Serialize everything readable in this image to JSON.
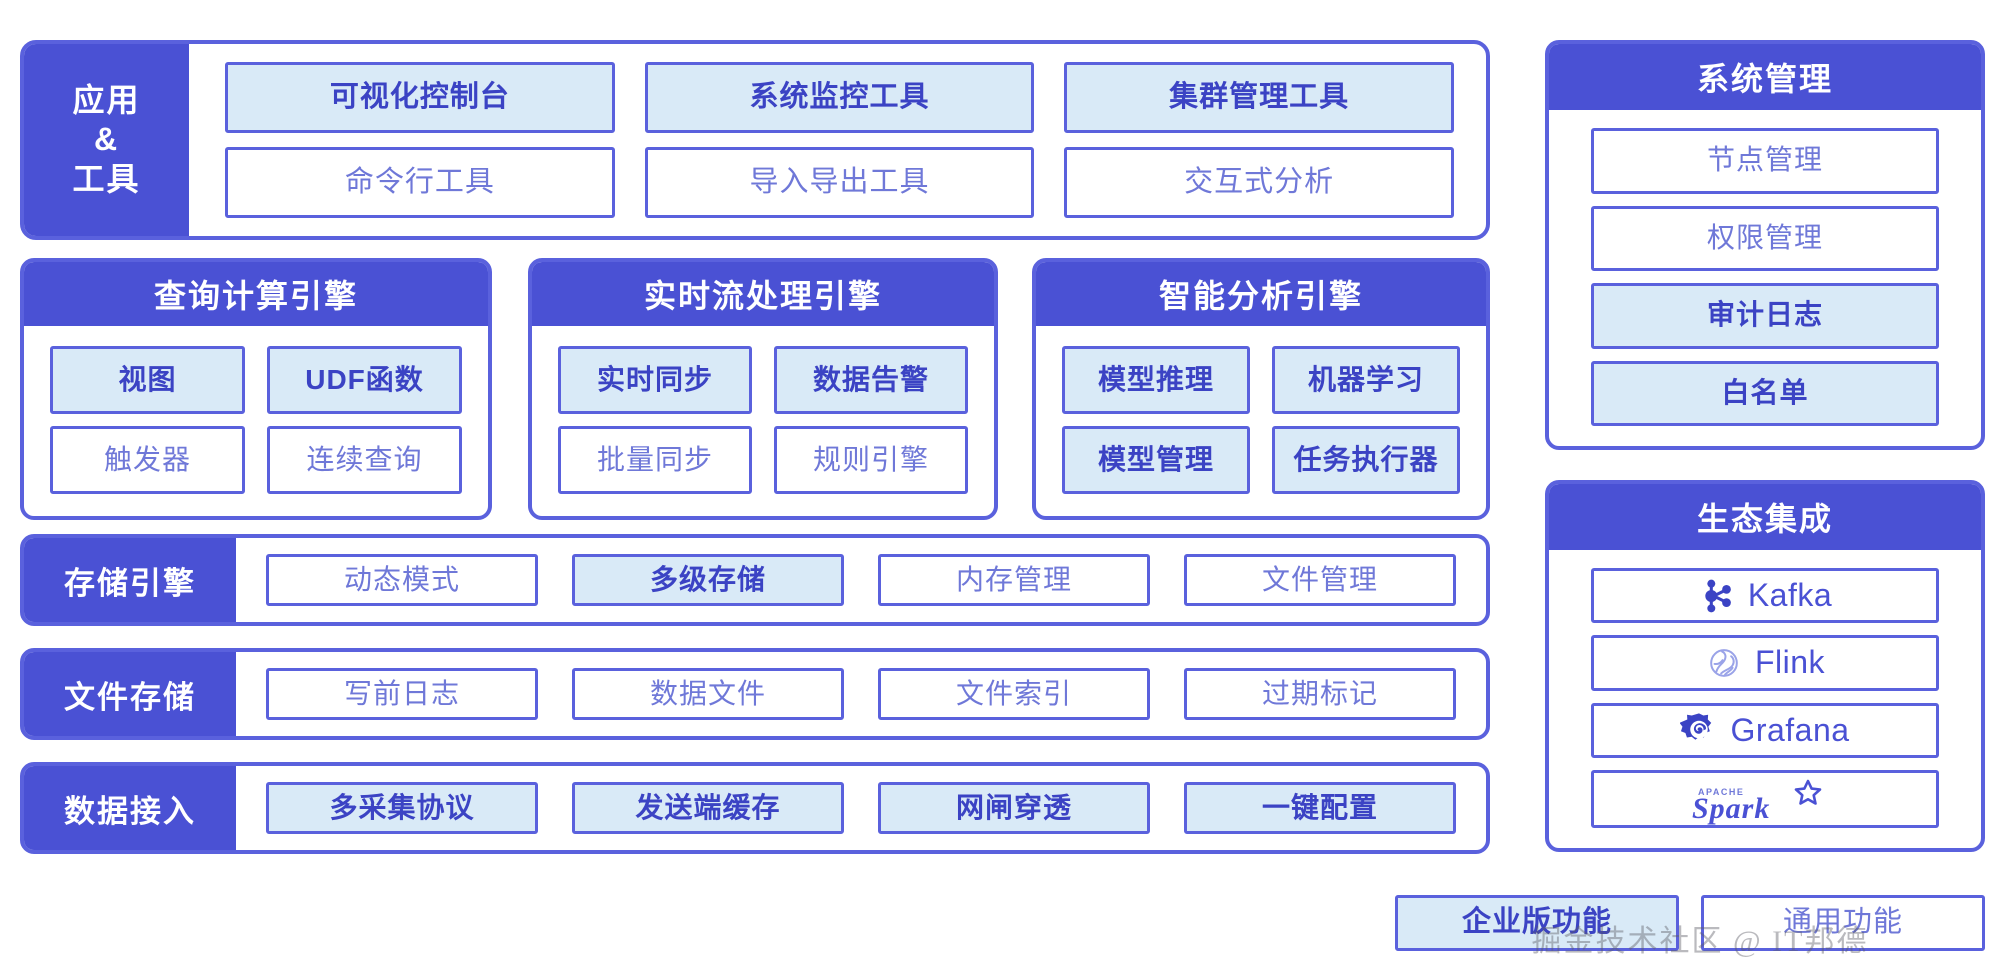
{
  "colors": {
    "brand": "#4a51d4",
    "border": "#5a61dd",
    "highlight_fill": "#d9eaf7",
    "highlight_text": "#3b43c4",
    "plain_text": "#6f78d8",
    "white": "#ffffff"
  },
  "app_tools": {
    "label_lines": [
      "应用",
      "&",
      "工具"
    ],
    "items": [
      {
        "label": "可视化控制台",
        "highlighted": true
      },
      {
        "label": "系统监控工具",
        "highlighted": true
      },
      {
        "label": "集群管理工具",
        "highlighted": true
      },
      {
        "label": "命令行工具",
        "highlighted": false
      },
      {
        "label": "导入导出工具",
        "highlighted": false
      },
      {
        "label": "交互式分析",
        "highlighted": false
      }
    ]
  },
  "engines": [
    {
      "title": "查询计算引擎",
      "items": [
        {
          "label": "视图",
          "highlighted": true
        },
        {
          "label": "UDF函数",
          "highlighted": true
        },
        {
          "label": "触发器",
          "highlighted": false
        },
        {
          "label": "连续查询",
          "highlighted": false
        }
      ]
    },
    {
      "title": "实时流处理引擎",
      "items": [
        {
          "label": "实时同步",
          "highlighted": true
        },
        {
          "label": "数据告警",
          "highlighted": true
        },
        {
          "label": "批量同步",
          "highlighted": false
        },
        {
          "label": "规则引擎",
          "highlighted": false
        }
      ]
    },
    {
      "title": "智能分析引擎",
      "items": [
        {
          "label": "模型推理",
          "highlighted": true
        },
        {
          "label": "机器学习",
          "highlighted": true
        },
        {
          "label": "模型管理",
          "highlighted": true
        },
        {
          "label": "任务执行器",
          "highlighted": true
        }
      ]
    }
  ],
  "layers": [
    {
      "label": "存储引擎",
      "items": [
        {
          "label": "动态模式",
          "highlighted": false
        },
        {
          "label": "多级存储",
          "highlighted": true
        },
        {
          "label": "内存管理",
          "highlighted": false
        },
        {
          "label": "文件管理",
          "highlighted": false
        }
      ]
    },
    {
      "label": "文件存储",
      "items": [
        {
          "label": "写前日志",
          "highlighted": false
        },
        {
          "label": "数据文件",
          "highlighted": false
        },
        {
          "label": "文件索引",
          "highlighted": false
        },
        {
          "label": "过期标记",
          "highlighted": false
        }
      ]
    },
    {
      "label": "数据接入",
      "items": [
        {
          "label": "多采集协议",
          "highlighted": true
        },
        {
          "label": "发送端缓存",
          "highlighted": true
        },
        {
          "label": "网闸穿透",
          "highlighted": true
        },
        {
          "label": "一键配置",
          "highlighted": true
        }
      ]
    }
  ],
  "system_management": {
    "title": "系统管理",
    "items": [
      {
        "label": "节点管理",
        "highlighted": false
      },
      {
        "label": "权限管理",
        "highlighted": false
      },
      {
        "label": "审计日志",
        "highlighted": true
      },
      {
        "label": "白名单",
        "highlighted": true
      }
    ]
  },
  "ecosystem": {
    "title": "生态集成",
    "items": [
      {
        "label": "Kafka",
        "icon": "kafka-logo-icon"
      },
      {
        "label": "Flink",
        "icon": "flink-logo-icon"
      },
      {
        "label": "Grafana",
        "icon": "grafana-logo-icon"
      },
      {
        "label": "Spark",
        "icon": "spark-logo-icon",
        "sublabel": "APACHE"
      }
    ]
  },
  "legend": [
    {
      "label": "企业版功能",
      "highlighted": true
    },
    {
      "label": "通用功能",
      "highlighted": false
    }
  ],
  "watermark": "掘金技术社区 @ IT邦德"
}
